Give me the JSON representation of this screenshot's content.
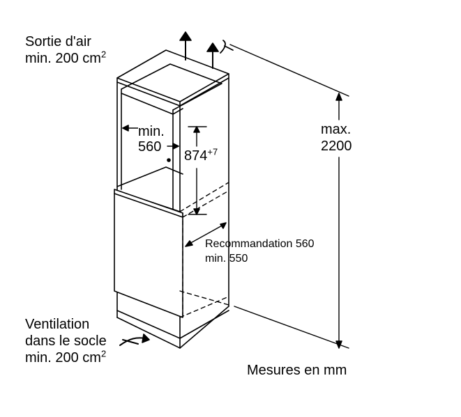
{
  "labels": {
    "air_outlet_line1": "Sortie d'air",
    "air_outlet_line2": "min. 200 cm",
    "air_outlet_sup": "2",
    "width_line1": "min.",
    "width_line2": "560",
    "height_value": "874",
    "height_sup": "+7",
    "max_line1": "max.",
    "max_line2": "2200",
    "depth_line1": "Recommandation 560",
    "depth_line2": "min. 550",
    "vent_line1": "Ventilation",
    "vent_line2": "dans le socle",
    "vent_line3": "min. 200 cm",
    "vent_sup": "2",
    "units_note": "Mesures en mm"
  }
}
